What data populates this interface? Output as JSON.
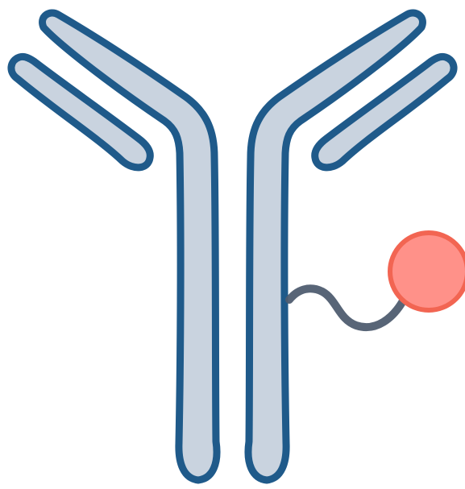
{
  "diagram": {
    "subject": "antibody-drug-conjugate",
    "parts": [
      "heavy-chain-left",
      "heavy-chain-right",
      "light-chain-left",
      "light-chain-right",
      "linker",
      "payload"
    ]
  },
  "colors": {
    "background": "#ffffff",
    "chain_fill": "#c9d3df",
    "chain_stroke": "#1f5a8a",
    "linker": "#4f5d70",
    "payload_fill": "#ff9189",
    "payload_stroke": "#f26552"
  }
}
